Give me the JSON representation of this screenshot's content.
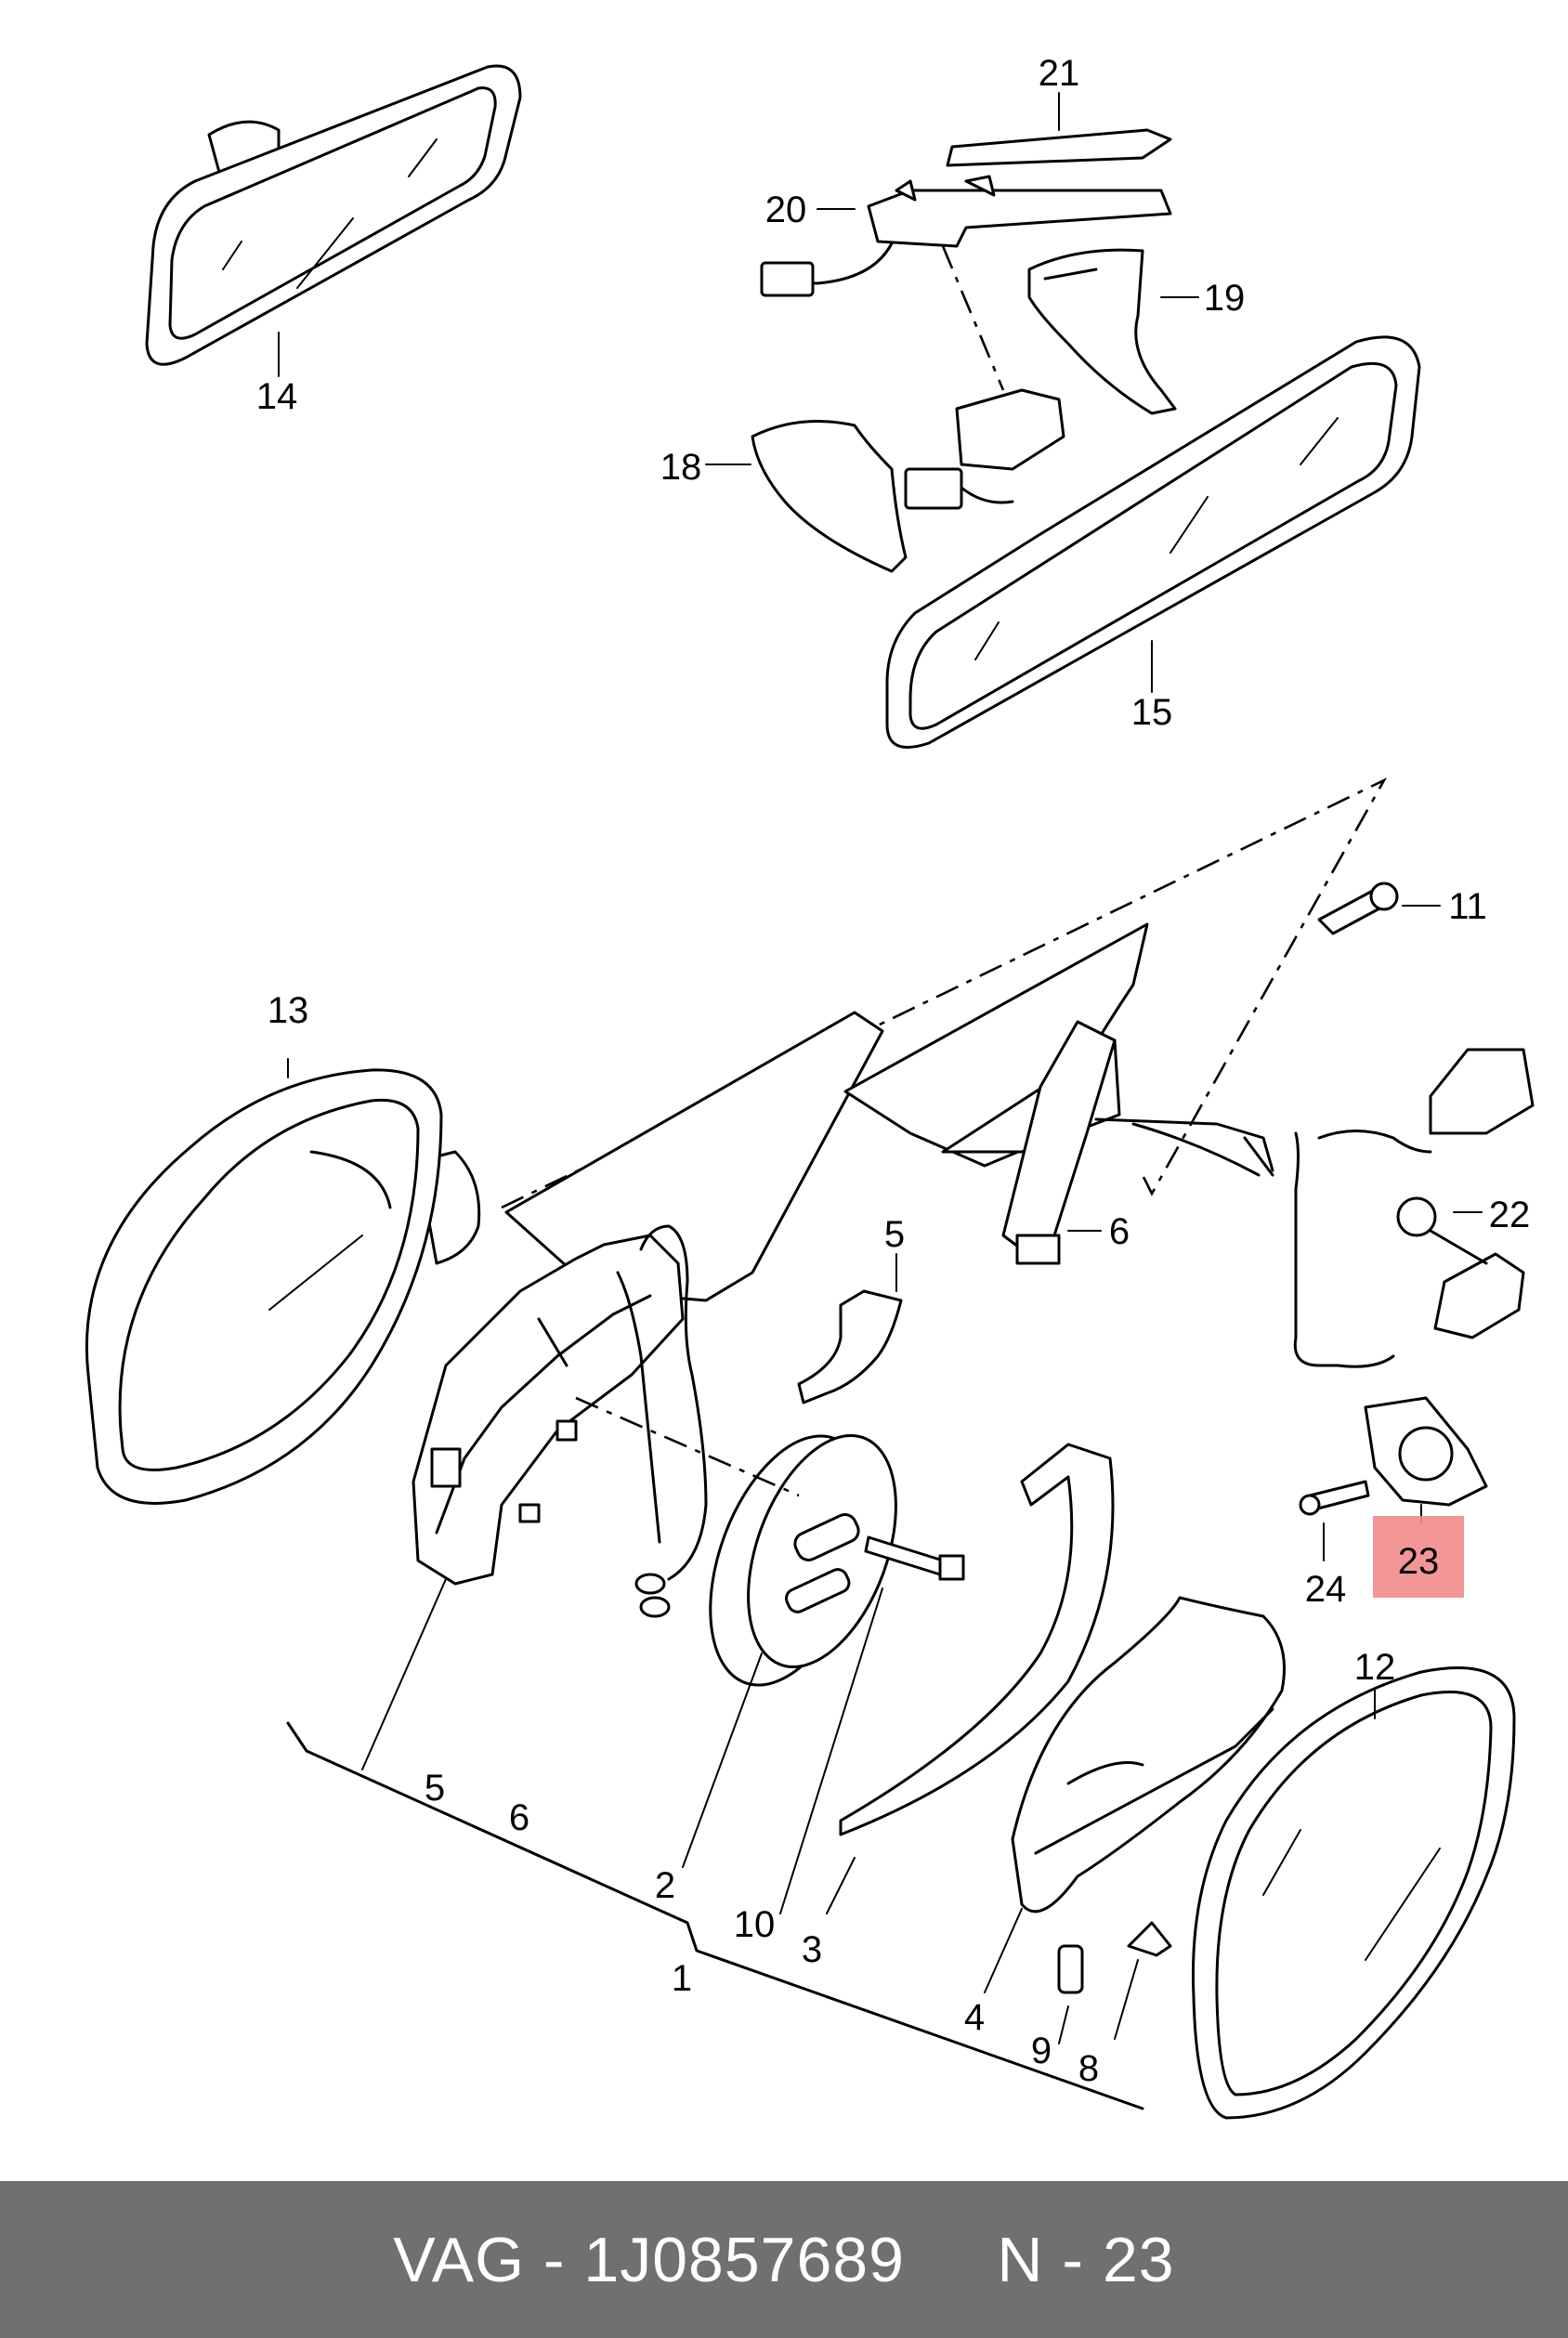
{
  "callouts": {
    "c1": "1",
    "c2": "2",
    "c3": "3",
    "c4": "4",
    "c5a": "5",
    "c5b": "5",
    "c6a": "6",
    "c6b": "6",
    "c8": "8",
    "c9": "9",
    "c10": "10",
    "c11": "11",
    "c12": "12",
    "c13": "13",
    "c14": "14",
    "c15": "15",
    "c18": "18",
    "c19": "19",
    "c20": "20",
    "c21": "21",
    "c22": "22",
    "c23": "23",
    "c24": "24"
  },
  "highlight": {
    "callout": "23",
    "color": "#f28b8b"
  },
  "footer": {
    "text": "VAG - 1J0857689     N - 23",
    "background": "#707070"
  }
}
